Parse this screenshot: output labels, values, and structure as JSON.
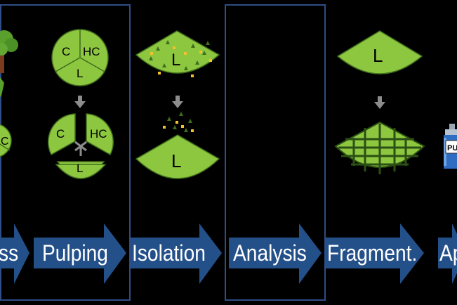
{
  "colors": {
    "background": "#000000",
    "leaf_green": "#8dc63f",
    "dark_green": "#3f6d1e",
    "arrow_blue": "#24508a",
    "frame_blue": "#2f4d86",
    "gray_arrow": "#8c8c8c",
    "tree_brown": "#7a3b1c"
  },
  "steps": [
    {
      "id": "biomass",
      "label": "ss"
    },
    {
      "id": "pulping",
      "label": "Pulping"
    },
    {
      "id": "isolation",
      "label": "Isolation"
    },
    {
      "id": "analysis",
      "label": "Analysis"
    },
    {
      "id": "fragment",
      "label": "Fragment."
    },
    {
      "id": "application",
      "label": "Ap"
    }
  ],
  "pulping": {
    "top": {
      "c": "C",
      "hc": "HC",
      "l": "L"
    },
    "bottom": {
      "c": "C",
      "hc": "HC",
      "l": "L"
    }
  },
  "biomass_partial_label": "C",
  "isolation": {
    "top_label": "L",
    "bottom_label": "L"
  },
  "fragment": {
    "top_label": "L"
  },
  "can_label": "PU",
  "icons": [
    "tree-icon",
    "spray-can-icon"
  ]
}
